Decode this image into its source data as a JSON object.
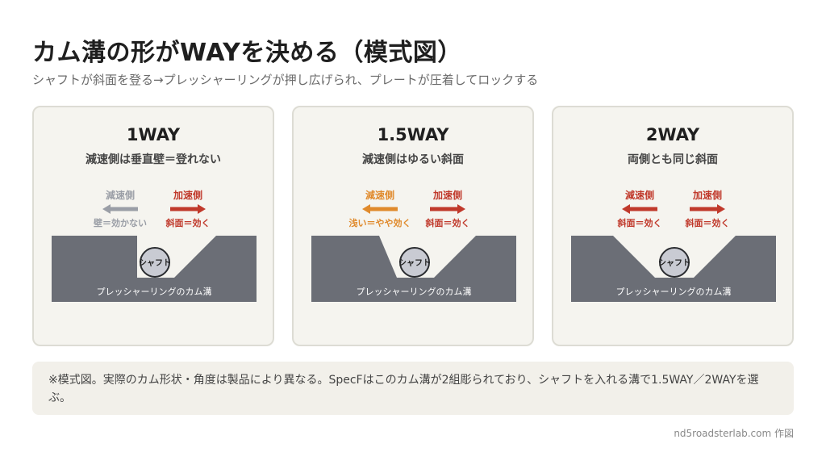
{
  "title": "カム溝の形がWAYを決める（模式図）",
  "subtitle": "シャフトが斜面を登る→プレッシャーリングが押し広げられ、プレートが圧着してロックする",
  "colors": {
    "grey": "#9a9ea6",
    "red": "#c0392b",
    "orange": "#e08a2c",
    "groove": "#6b6e76",
    "shaft": "#c9cbd3"
  },
  "panels": [
    {
      "name": "1WAY",
      "desc": "減速側は垂直壁＝登れない",
      "left": {
        "label": "減速側",
        "effect": "壁＝効かない",
        "color": "#9a9ea6"
      },
      "right": {
        "label": "加速側",
        "effect": "斜面＝効く",
        "color": "#c0392b"
      },
      "shaft_label": "シャフト",
      "groove_label": "プレッシャーリングのカム溝"
    },
    {
      "name": "1.5WAY",
      "desc": "減速側はゆるい斜面",
      "left": {
        "label": "減速側",
        "effect": "浅い＝やや効く",
        "color": "#e08a2c"
      },
      "right": {
        "label": "加速側",
        "effect": "斜面＝効く",
        "color": "#c0392b"
      },
      "shaft_label": "シャフト",
      "groove_label": "プレッシャーリングのカム溝"
    },
    {
      "name": "2WAY",
      "desc": "両側とも同じ斜面",
      "left": {
        "label": "減速側",
        "effect": "斜面＝効く",
        "color": "#c0392b"
      },
      "right": {
        "label": "加速側",
        "effect": "斜面＝効く",
        "color": "#c0392b"
      },
      "shaft_label": "シャフト",
      "groove_label": "プレッシャーリングのカム溝"
    }
  ],
  "note": "※模式図。実際のカム形状・角度は製品により異なる。SpecFはこのカム溝が2組彫られており、シャフトを入れる溝で1.5WAY／2WAYを選ぶ。",
  "credit": "nd5roadsterlab.com 作図"
}
